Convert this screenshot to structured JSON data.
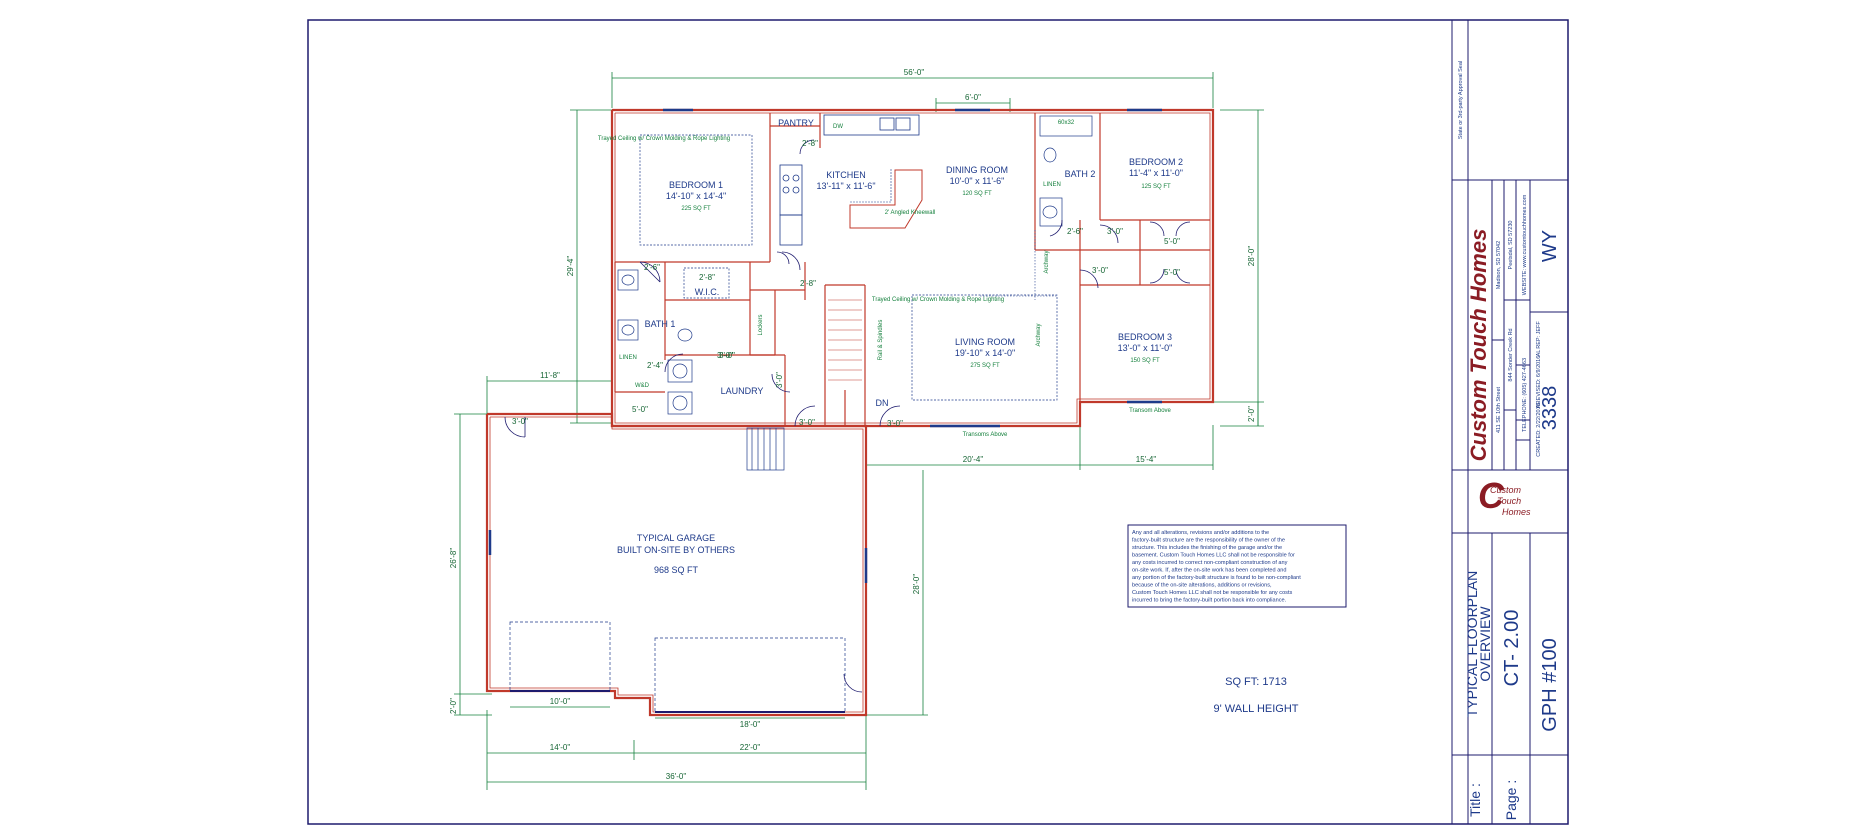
{
  "rooms": {
    "bedroom1": {
      "name": "BEDROOM 1",
      "size": "14'-10\" x 14'-4\"",
      "sqft": "225 SQ FT",
      "note": "Trayed Ceiling w/ Crown Molding & Rope Lighting"
    },
    "bedroom2": {
      "name": "BEDROOM 2",
      "size": "11'-4\" x 11'-0\"",
      "sqft": "125 SQ FT"
    },
    "bedroom3": {
      "name": "BEDROOM 3",
      "size": "13'-0\" x 11'-0\"",
      "sqft": "150 SQ FT"
    },
    "kitchen": {
      "name": "KITCHEN",
      "size": "13'-11\" x 11'-6\""
    },
    "dining": {
      "name": "DINING ROOM",
      "size": "10'-0\" x 11'-6\"",
      "sqft": "120 SQ FT"
    },
    "living": {
      "name": "LIVING ROOM",
      "size": "19'-10\" x 14'-0\"",
      "sqft": "275 SQ FT",
      "note": "Trayed Ceiling w/ Crown Molding & Rope Lighting"
    },
    "bath1": {
      "name": "BATH 1"
    },
    "bath2": {
      "name": "BATH 2"
    },
    "wic": {
      "name": "W.I.C.",
      "size": "2'-8\""
    },
    "pantry": {
      "name": "PANTRY"
    },
    "laundry": {
      "name": "LAUNDRY"
    },
    "garage": {
      "line1": "TYPICAL GARAGE",
      "line2": "BUILT ON-SITE BY OTHERS",
      "sqft": "968 SQ FT"
    }
  },
  "labels": {
    "dw": "DW",
    "tub": "60x32",
    "linen": "LINEN",
    "linen_alt": "LINEN",
    "lockers": "Lockers",
    "dn": "DN",
    "rail": "Rail & Spindles",
    "archway": "Archway",
    "archway2": "Archway",
    "transoms_living": "Transoms Above",
    "transoms_bed3": "Transom Above",
    "wd": "W&D",
    "angled": "2' Angled Kneewall"
  },
  "dims": {
    "overall_top": "56'-0\"",
    "top_6": "6'-0\"",
    "left_29_4": "29'-4\"",
    "right_28_0": "28'-0\"",
    "right_2_0": "2'-0\"",
    "left_11_8": "11'-8\"",
    "bot_20_4": "20'-4\"",
    "bot_15_4": "15'-4\"",
    "garage_left": "26'-8\"",
    "garage_right": "28'-0\"",
    "garage_left_small": "2'-0\"",
    "g_10": "10'-0\"",
    "g_18": "18'-0\"",
    "g_14": "14'-0\"",
    "g_22": "22'-0\"",
    "g_36": "36'-0\"",
    "d_2_6_bath1": "2'-6\"",
    "d_2_4": "2'-4\"",
    "d_5_0": "5'-0\"",
    "d_3_0_laundry": "3'-0\"",
    "d_3_0_stairs": "3'-0\"",
    "d_3_0_garage": "3'-0\"",
    "d_2_8_kitchen": "2'-8\"",
    "d_3_0_hall": "3'-0\"",
    "d_2_6_bath2": "2'-6\"",
    "d_3_0_bed2": "3'-0\"",
    "d_3_0_bed3": "3'-0\"",
    "d_5_0_closet1": "5'-0\"",
    "d_5_0_closet2": "5'-0\"",
    "d_3_0_wic": "3'-0\"",
    "d_2_8_pantry": "2'-8\"",
    "d_3_0_door": "3'-0\""
  },
  "notes": {
    "disclaimer": [
      "Any and all alterations, revisions and/or additions to the",
      "factory-built structure are the responsibility of the owner of the",
      "structure. This includes the finishing of the garage and/or the",
      "basement. Custom Touch Homes LLC shall not be responsible for",
      "any costs incurred to correct non-compliant construction of any",
      "on-site work. If, after the on-site work has been completed and",
      "any portion of the factory-built structure is found to be non-compliant",
      "because of the on-site alterations, additions or revisions,",
      "Custom Touch Homes LLC shall not be responsible for any costs",
      "incurred to bring the factory-built portion back into compliance."
    ],
    "sqft": "SQ FT: 1713",
    "wall_height": "9' WALL HEIGHT"
  },
  "title_block": {
    "state_approval": "State or 3rd-party Approval Seal",
    "company": "Custom Touch Homes",
    "logo_line1": "Custom",
    "logo_line2": "Touch",
    "logo_line3": "Homes",
    "addr1": "411 SE 10th Street",
    "addr2": "Madison, SD 57042",
    "addr3": "844 Sonder Creek Rd",
    "addr4": "Peetsdal, SD 57230",
    "telephone": "TELEPHONE: (605) 427-4663",
    "website": "WEBSITE: www.customtouchhomes.com",
    "created": "CREATED: 2/22/2016",
    "created_by": "AL",
    "revised": "REVISED: 6/9/2016",
    "revised_by": "AL",
    "rep": "REP: JEFF",
    "model_number": "3338",
    "state": "WY",
    "title_label": "Title :",
    "title_value_1": "TYPICAL FLOORPLAN",
    "title_value_2": "OVERVIEW",
    "page_label": "Page :",
    "page_value": "CT- 2.00",
    "gph": "GPH #100"
  },
  "colors": {
    "wall": "#c0392b",
    "dimension": "#15803d",
    "text": "#1e3a8a",
    "frame": "#1e1b6e",
    "logo": "#8b1c24"
  }
}
